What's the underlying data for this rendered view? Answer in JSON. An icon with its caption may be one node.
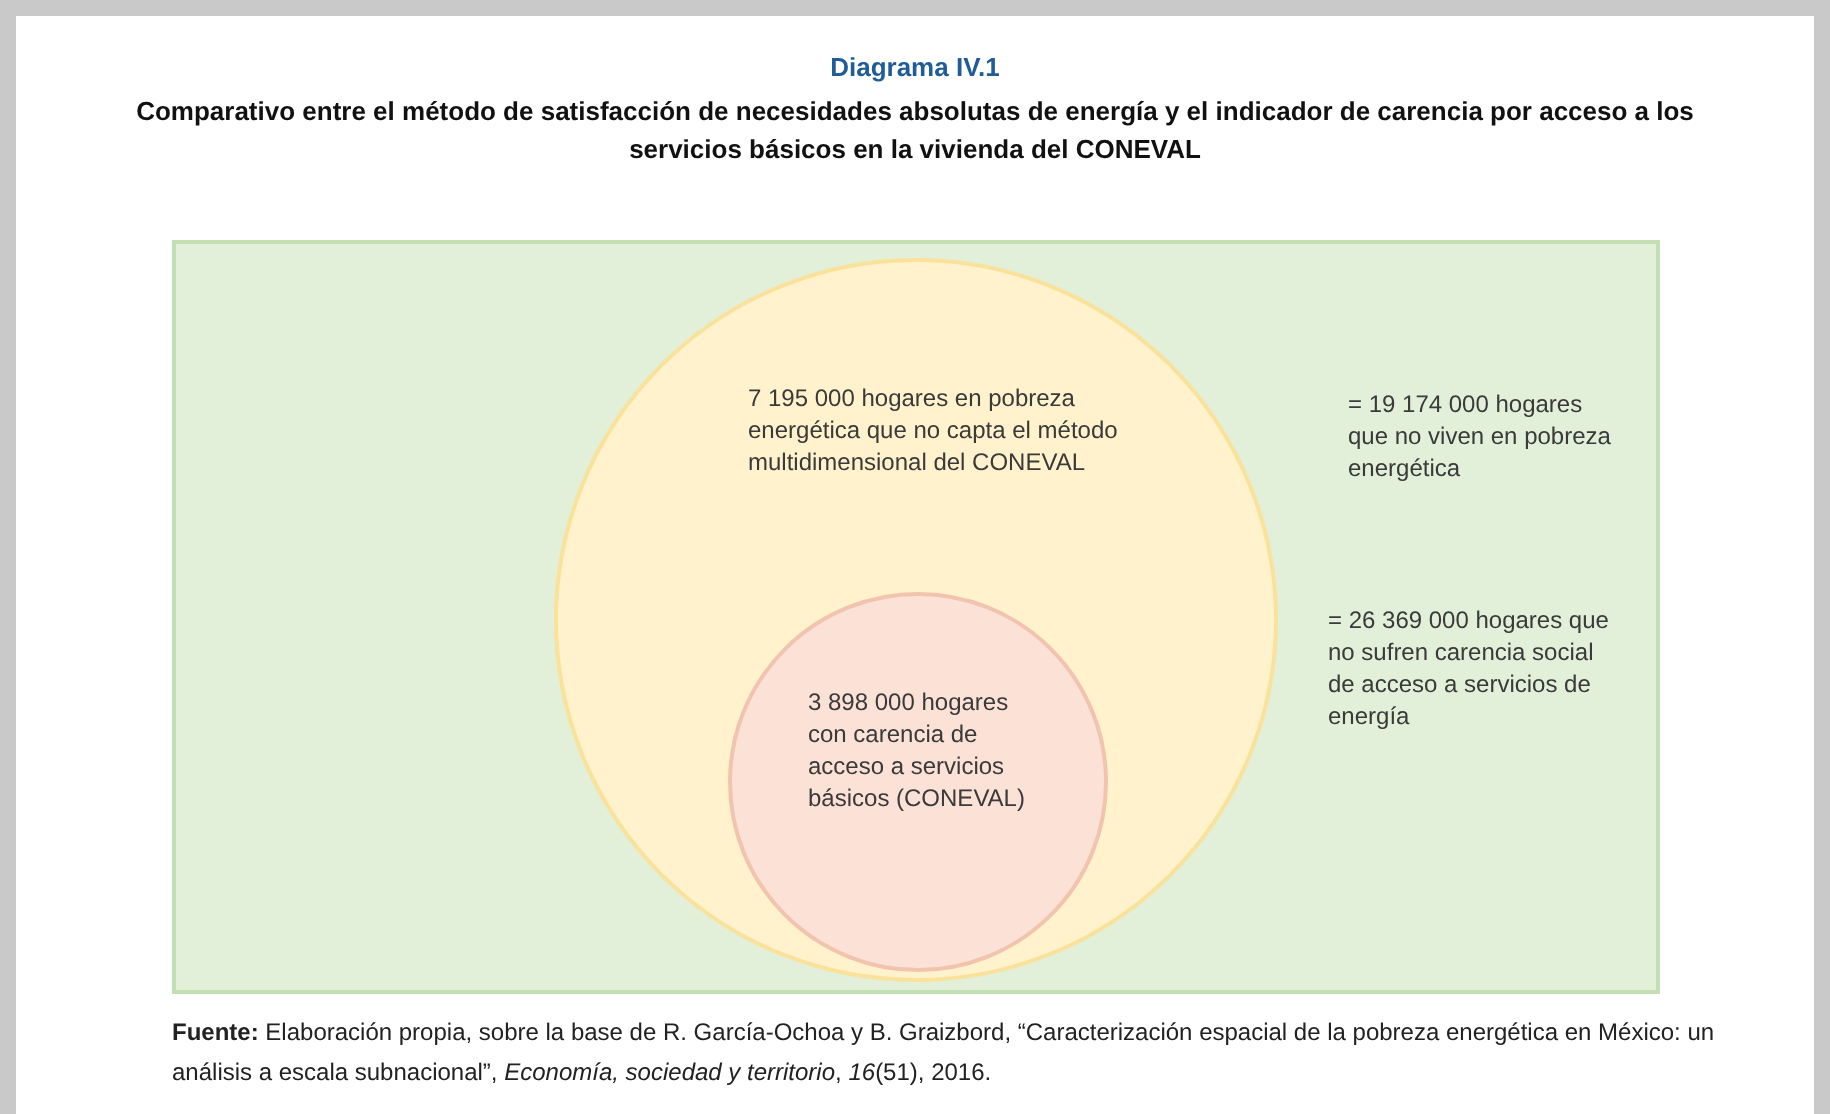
{
  "diagram": {
    "title": "Diagrama IV.1",
    "nodes": [
      {
        "text": [
          "= 19 174 000 hogares que no viven en pobreza energética",
          "= 26 369 000 hogares que no sufren carencia social de acceso a servicios de energía"
        ]
      },
      {
        "text": [
          "7 195 000 hogares en pobreza energética que no capta el método multidimensional del CONEVAL"
        ],
        "in": 0
      },
      {
        "text": [
          "3 898 000 hogares con carencia de acceso a servicios básicos (CONEVAL)"
        ],
        "in": 1
      }
    ],
    "edges": [],
    "labels": [
      "Comparativo entre el método de satisfacción de necesidades absolutas de energía y el indicador de carencia por acceso a los servicios básicos en la vivienda del CONEVAL"
    ],
    "caption": "**Fuente:** Elaboración propia, sobre la base de R. García-Ochoa y B. Graizbord, “Caracterización espacial de la pobreza energética en México: un análisis a escala subnacional”, *Economía, sociedad y territorio*, *16*(51), 2016."
  }
}
